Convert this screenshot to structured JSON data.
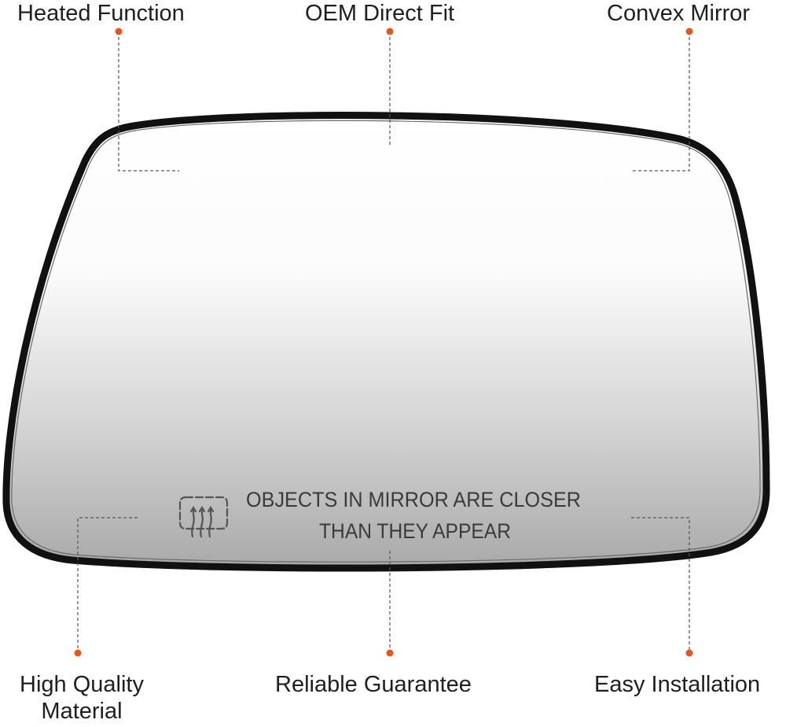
{
  "callouts": {
    "heated_function": "Heated Function",
    "oem_direct_fit": "OEM Direct Fit",
    "convex_mirror": "Convex Mirror",
    "high_quality_material_line1": "High Quality",
    "high_quality_material_line2": "Material",
    "reliable_guarantee": "Reliable Guarantee",
    "easy_installation": "Easy Installation"
  },
  "mirror_text": {
    "line1": "OBJECTS IN MIRROR ARE CLOSER",
    "line2": "THAN THEY APPEAR"
  },
  "icons": {
    "defrost": "heated-defrost-icon"
  },
  "colors": {
    "accent_dot": "#e2571f",
    "frame": "#111111",
    "glass_top": "#ffffff",
    "glass_bottom": "#a9a9a9"
  }
}
